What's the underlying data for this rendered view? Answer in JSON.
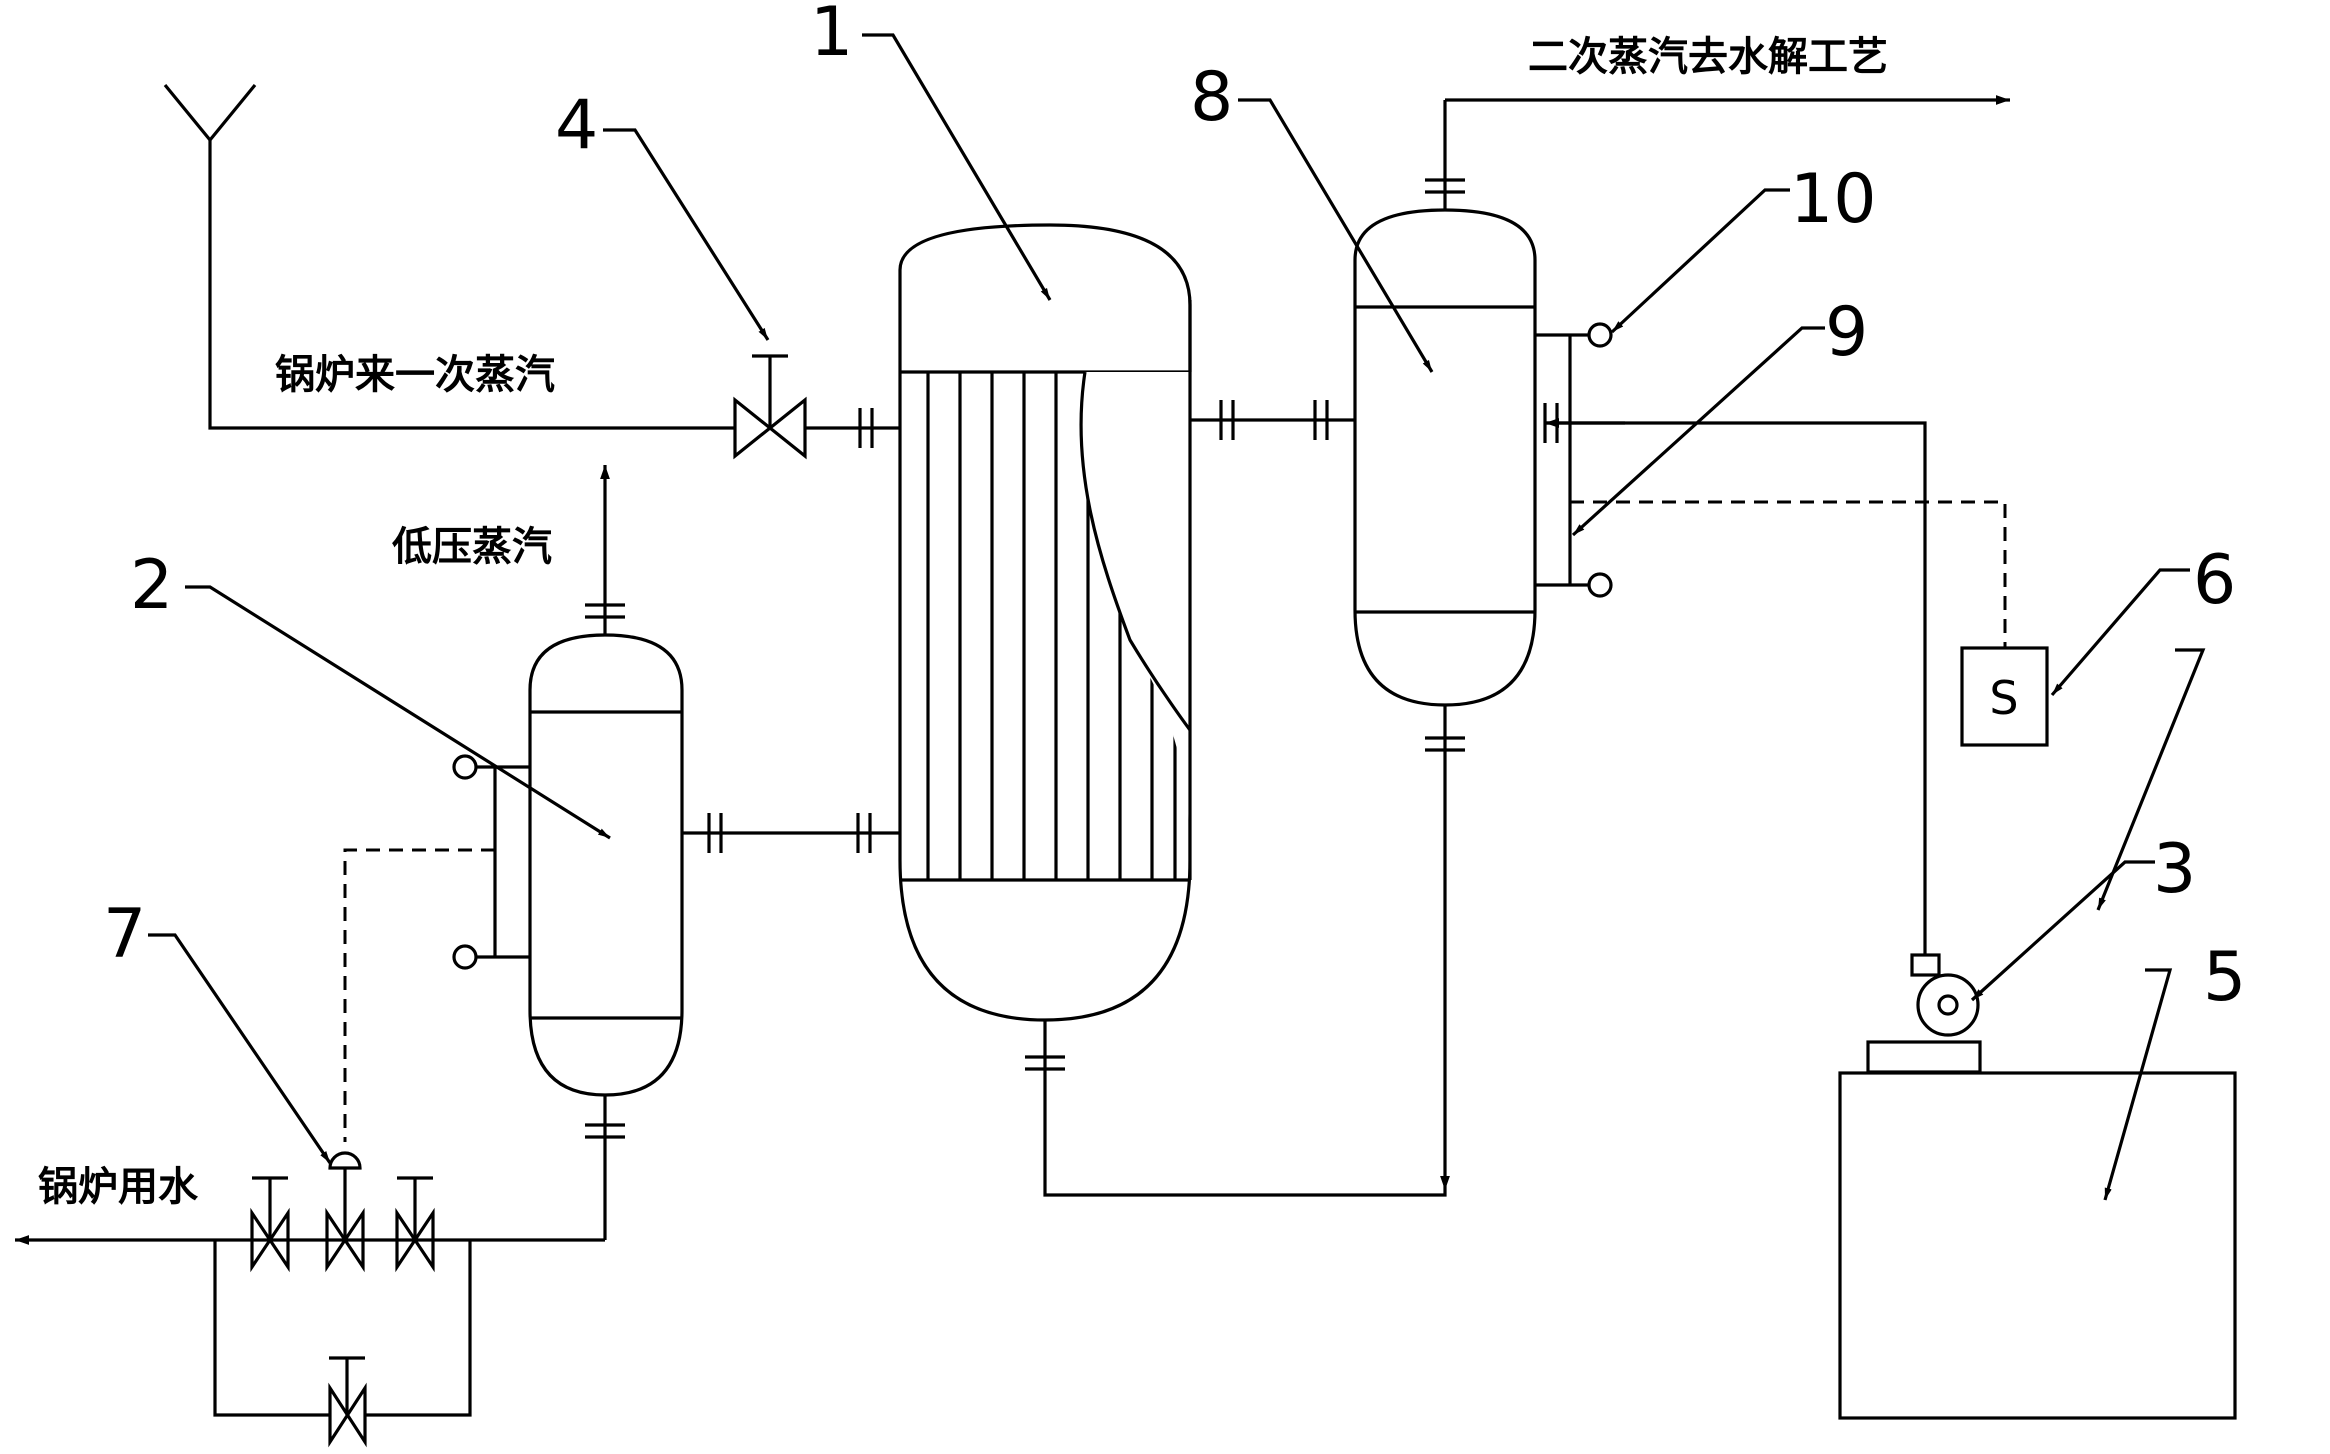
{
  "labels": {
    "primary_steam": "锅炉来一次蒸汽",
    "low_pressure_steam": "低压蒸汽",
    "secondary_steam": "二次蒸汽去水解工艺",
    "boiler_water": "锅炉用水"
  },
  "component_numbers": {
    "n1": "1",
    "n2": "2",
    "n3": "3",
    "n4": "4",
    "n5": "5",
    "n6": "6",
    "n7": "7",
    "n8": "8",
    "n9": "9",
    "n10": "10"
  },
  "sensor_symbol": "S"
}
